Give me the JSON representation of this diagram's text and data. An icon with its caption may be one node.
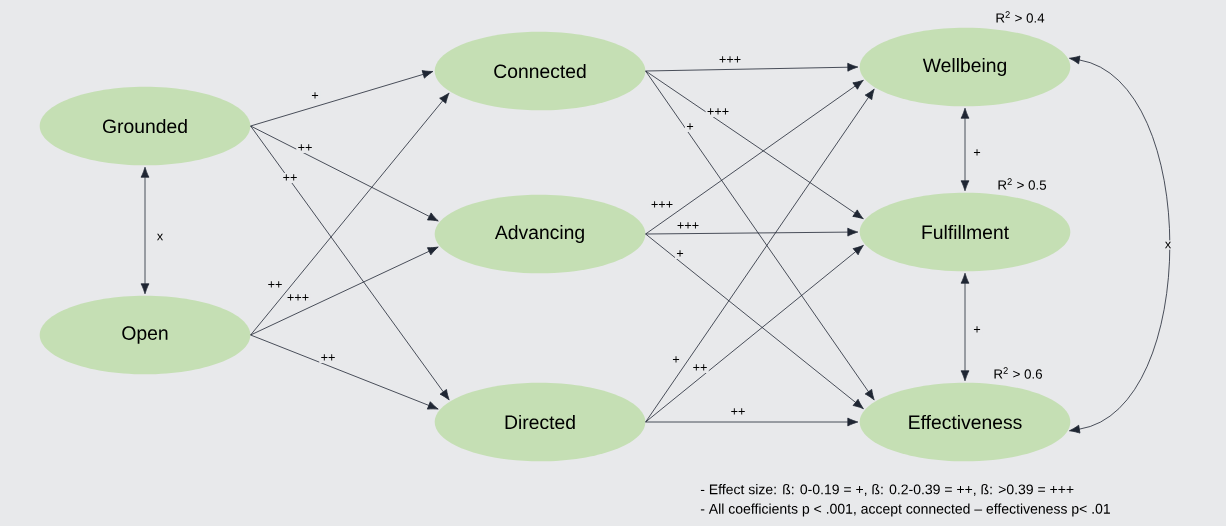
{
  "diagram": {
    "nodes": [
      {
        "text": [
          "Grounded"
        ]
      },
      {
        "text": [
          "Open"
        ]
      },
      {
        "text": [
          "Connected"
        ]
      },
      {
        "text": [
          "Advancing"
        ]
      },
      {
        "text": [
          "Directed"
        ]
      },
      {
        "text": [
          "Wellbeing"
        ],
        "beside": [
          "R$^{2}$ > 0.4"
        ]
      },
      {
        "text": [
          "Fulfillment"
        ],
        "beside": [
          "R$^{2}$ > 0.5"
        ]
      },
      {
        "text": [
          "Effectiveness"
        ],
        "beside": [
          "R$^{2}$ > 0.6"
        ]
      }
    ],
    "edges": [
      {
        "from": 0,
        "to": 1,
        "arrow": "both",
        "label": "x"
      },
      {
        "from": 0,
        "to": 2,
        "arrow": "to",
        "label": "+"
      },
      {
        "from": 0,
        "to": 3,
        "arrow": "to",
        "label": "++"
      },
      {
        "from": 0,
        "to": 4,
        "arrow": "to",
        "label": "++"
      },
      {
        "from": 1,
        "to": 2,
        "arrow": "to",
        "label": "++"
      },
      {
        "from": 1,
        "to": 3,
        "arrow": "to",
        "label": "+++"
      },
      {
        "from": 1,
        "to": 4,
        "arrow": "to",
        "label": "++"
      },
      {
        "from": 2,
        "to": 5,
        "arrow": "to",
        "label": "+++"
      },
      {
        "from": 2,
        "to": 6,
        "arrow": "to",
        "label": "+++"
      },
      {
        "from": 2,
        "to": 7,
        "arrow": "to",
        "label": "+"
      },
      {
        "from": 3,
        "to": 5,
        "arrow": "to",
        "label": "+++"
      },
      {
        "from": 3,
        "to": 6,
        "arrow": "to",
        "label": "+++"
      },
      {
        "from": 3,
        "to": 7,
        "arrow": "to",
        "label": "+"
      },
      {
        "from": 4,
        "to": 5,
        "arrow": "to",
        "label": "+"
      },
      {
        "from": 4,
        "to": 6,
        "arrow": "to",
        "label": "++"
      },
      {
        "from": 4,
        "to": 7,
        "arrow": "to",
        "label": "++"
      },
      {
        "from": 5,
        "to": 6,
        "arrow": "both",
        "label": "+"
      },
      {
        "from": 6,
        "to": 7,
        "arrow": "both",
        "label": "+"
      },
      {
        "from": 5,
        "to": 7,
        "arrow": "both",
        "label": "x"
      }
    ],
    "labels": [
      "- Effect size: ß: 0-0.19 = +, ß: 0.2-0.39 = ++, ß: >0.39 = +++",
      "- All coefficients p < .001, accept connected – effectiveness p< .01"
    ]
  }
}
